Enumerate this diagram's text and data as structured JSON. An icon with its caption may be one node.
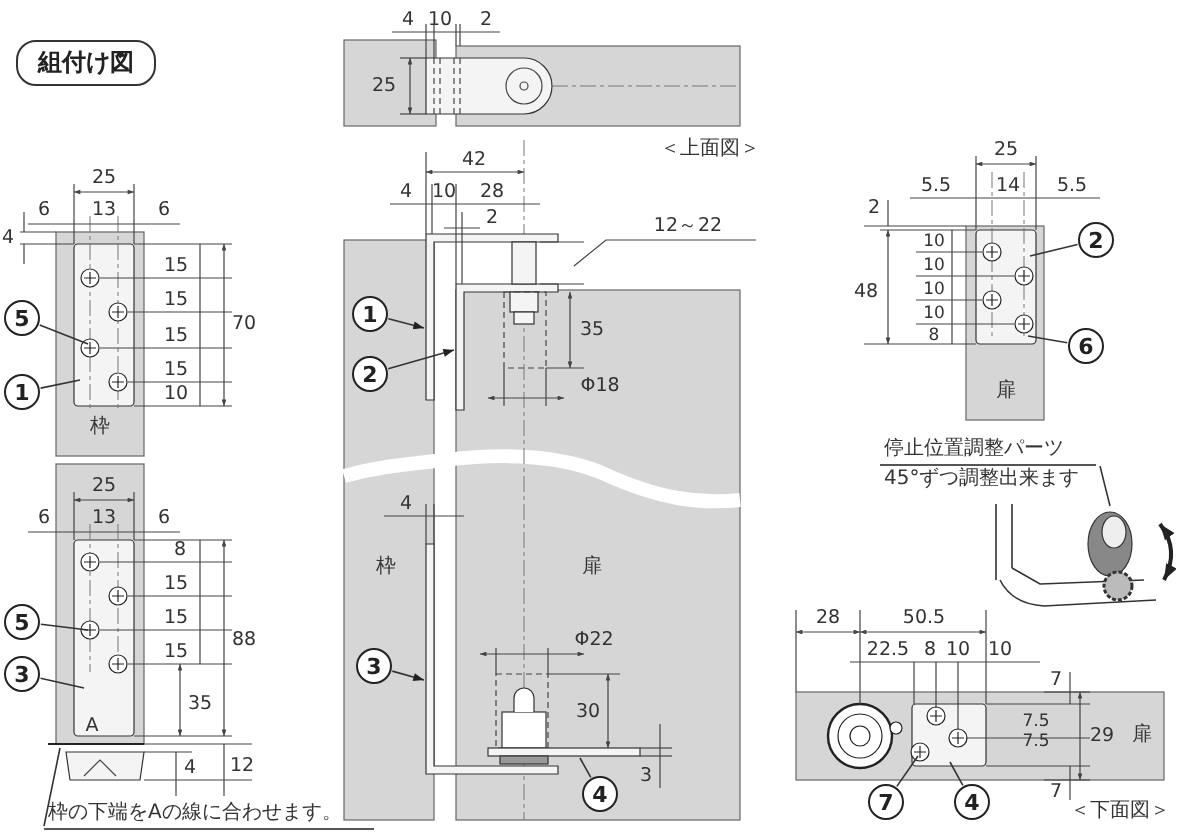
{
  "diagram": {
    "title": "組付け図",
    "nodes": [
      {
        "text": [
          "5"
        ]
      },
      {
        "text": [
          "1"
        ]
      },
      {
        "text": [
          "5"
        ]
      },
      {
        "text": [
          "3"
        ]
      },
      {
        "text": [
          "枠の下端をAの線に合わせます。"
        ]
      },
      {
        "text": [
          "1"
        ]
      },
      {
        "text": [
          "2"
        ]
      },
      {
        "text": [
          "3"
        ]
      },
      {
        "text": [
          "4"
        ]
      },
      {
        "text": [
          "2"
        ]
      },
      {
        "text": [
          "6"
        ]
      },
      {
        "text": [
          "停止位置調整パーツ",
          "45°ずつ調整出来ます"
        ]
      },
      {
        "text": [
          "7"
        ]
      },
      {
        "text": [
          "4"
        ]
      }
    ],
    "edges": [
      {
        "from": 0,
        "to": null,
        "arrow": "none"
      },
      {
        "from": 1,
        "to": null,
        "arrow": "none"
      },
      {
        "from": 2,
        "to": null,
        "arrow": "none"
      },
      {
        "from": 3,
        "to": null,
        "arrow": "none"
      },
      {
        "from": 4,
        "to": null,
        "arrow": "none"
      },
      {
        "from": 5,
        "to": null,
        "arrow": "to"
      },
      {
        "from": 6,
        "to": null,
        "arrow": "to"
      },
      {
        "from": 7,
        "to": null,
        "arrow": "to"
      },
      {
        "from": 8,
        "to": null,
        "arrow": "none"
      },
      {
        "from": 9,
        "to": null,
        "arrow": "none"
      },
      {
        "from": 10,
        "to": null,
        "arrow": "none"
      },
      {
        "from": 11,
        "to": null,
        "arrow": "none"
      },
      {
        "from": 12,
        "to": null,
        "arrow": "none"
      },
      {
        "from": 13,
        "to": null,
        "arrow": "none"
      }
    ],
    "labels": [
      "4",
      "10",
      "2",
      "25",
      "＜上面図＞",
      "25",
      "6",
      "13",
      "6",
      "4",
      "15",
      "15",
      "15",
      "15",
      "10",
      "70",
      "枠",
      "42",
      "4",
      "10",
      "28",
      "2",
      "12～22",
      "35",
      "Φ18",
      "25",
      "5.5",
      "14",
      "5.5",
      "2",
      "10",
      "10",
      "48",
      "10",
      "10",
      "8",
      "扉",
      "25",
      "6",
      "13",
      "6",
      "8",
      "15",
      "15",
      "15",
      "88",
      "35",
      "A",
      "4",
      "12",
      "4",
      "枠",
      "扉",
      "Φ22",
      "30",
      "3",
      "28",
      "50.5",
      "22.5",
      "8",
      "10",
      "10",
      "7",
      "7.5",
      "7.5",
      "29",
      "扉",
      "7",
      "＜下面図＞"
    ]
  }
}
